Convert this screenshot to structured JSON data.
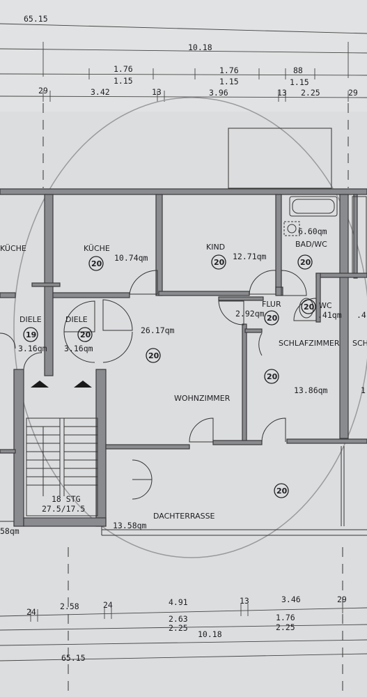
{
  "dimensions": {
    "top": {
      "total_outer": "65.15",
      "total": "10.18",
      "window_w1": "1.76",
      "window_h1": "1.15",
      "window_w2": "1.76",
      "window_h2": "1.15",
      "window_w3": "88",
      "window_h3": "1.15",
      "seg_29a": "29",
      "seg_342": "3.42",
      "seg_13a": "13",
      "seg_396": "3.96",
      "seg_13b": "13",
      "seg_225": "2.25",
      "seg_29b": "29"
    },
    "bottom": {
      "seg_24a": "24",
      "seg_258": "2.58",
      "seg_24b": "24",
      "seg_491": "4.91",
      "seg_13": "13",
      "seg_346": "3.46",
      "seg_29": "29",
      "window_w1": "2.63",
      "window_h1": "2.25",
      "window_w2": "1.76",
      "window_h2": "2.25",
      "total": "10.18",
      "total_outer": "65.15"
    }
  },
  "rooms": {
    "kueche_left": {
      "name": "KÜCHE"
    },
    "kueche": {
      "name": "KÜCHE",
      "area": "10.74qm",
      "unit": "20"
    },
    "kind": {
      "name": "KIND",
      "area": "12.71qm",
      "unit": "20"
    },
    "bad_wc": {
      "name": "BAD/WC",
      "area": "6.60qm",
      "unit": "20"
    },
    "diele_left": {
      "name": "DIELE",
      "area": "3.16qm",
      "unit": "19"
    },
    "diele": {
      "name": "DIELE",
      "area": "3.16qm",
      "unit": "20"
    },
    "flur": {
      "name": "FLUR",
      "area": "2.92qm",
      "unit": "20"
    },
    "wc": {
      "name": "WC",
      "area": ".41qm",
      "unit": "20"
    },
    "wc_right_area": ".4",
    "wohnzimmer": {
      "name": "WOHNZIMMER",
      "area": "26.17qm",
      "unit": "20"
    },
    "schlafzimmer": {
      "name": "SCHLAFZIMMER",
      "area": "13.86qm",
      "unit": "20"
    },
    "schlafzimmer_right": {
      "name": "SCH",
      "area": "1"
    },
    "dachterrasse": {
      "name": "DACHTERRASSE",
      "area": "13.58qm",
      "unit": "20"
    },
    "left_area": "58qm",
    "stair": {
      "steps": "18 STG",
      "ratio": "27.5/17.5"
    }
  }
}
